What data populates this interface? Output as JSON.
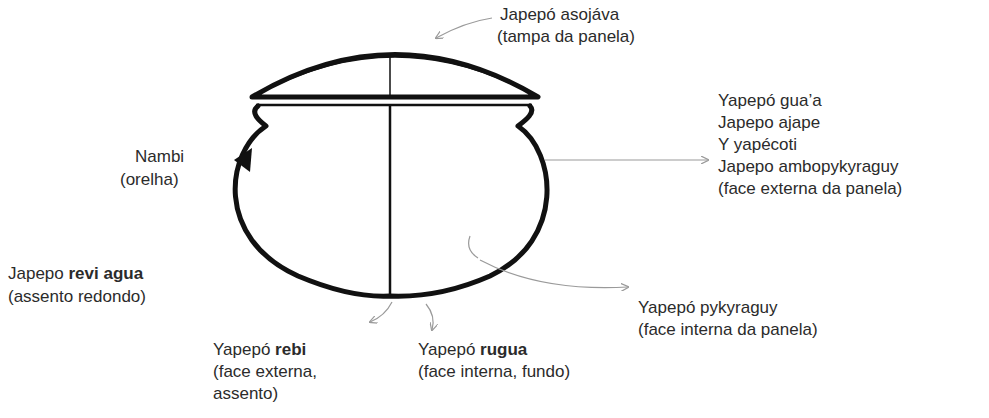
{
  "diagram": {
    "labels": [
      "Japepó asojáva",
      "(tampa da panela)",
      "Nambi",
      "(orelha)",
      "Yapepó gua’a",
      "Japepo ajape",
      "Y yapécoti",
      "Japepo ambopykyraguy",
      "(face externa da panela)",
      "Japepo revi agua",
      "(assento redondo)",
      "Yapepó pykyraguy",
      "(face interna da panela)",
      "Yapepó rebi",
      "(face externa, assento)",
      "Yapepó rugua",
      "(face interna, fundo)"
    ]
  }
}
